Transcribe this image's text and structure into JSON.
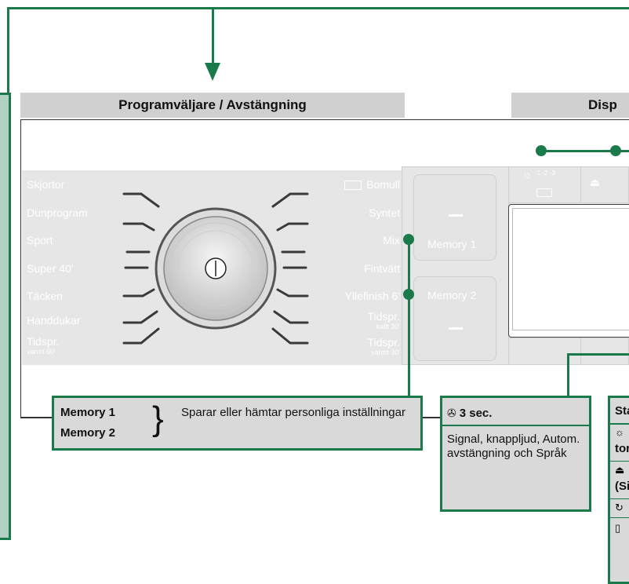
{
  "headers": {
    "left": "Programväljare / Avstängning",
    "right": "Disp"
  },
  "programs_left": [
    {
      "label": "Skjortor",
      "sub": ""
    },
    {
      "label": "Dunprogram",
      "sub": ""
    },
    {
      "label": "Sport",
      "sub": ""
    },
    {
      "label": "Super 40'",
      "sub": ""
    },
    {
      "label": "Täcken",
      "sub": ""
    },
    {
      "label": "Handdukar",
      "sub": ""
    },
    {
      "label": "Tidspr.",
      "sub": "varmt 60'"
    }
  ],
  "programs_right": [
    {
      "label": "Bomull",
      "sub": ""
    },
    {
      "label": "Syntet",
      "sub": ""
    },
    {
      "label": "Mix",
      "sub": ""
    },
    {
      "label": "Fintvätt",
      "sub": ""
    },
    {
      "label": "Yllefinish 6'",
      "sub": ""
    },
    {
      "label": "Tidspr.",
      "sub": "kallt 30'"
    },
    {
      "label": "Tidspr.",
      "sub": "varmt 30'"
    }
  ],
  "buttons": {
    "memory1": "Memory 1",
    "memory2": "Memory 2",
    "top_icon_superscript": "-1 -2 -3"
  },
  "callout_memory": {
    "line1": "Memory 1",
    "line2": "Memory 2",
    "brace": "}",
    "description": "Sparar eller hämtar personliga inställningar"
  },
  "callout_settings": {
    "icon": "✇",
    "title": "3 sec.",
    "description": "Signal, knappljud, Autom. avstängning och Språk"
  },
  "callout_right": {
    "title": "Sta",
    "row2": "tor",
    "row4": "(Si"
  },
  "colors": {
    "accent": "#1a7a4a",
    "header_bg": "#d0d0d0",
    "panel_gray": "#e6e6e6",
    "left_box": "#b2d1c2"
  }
}
